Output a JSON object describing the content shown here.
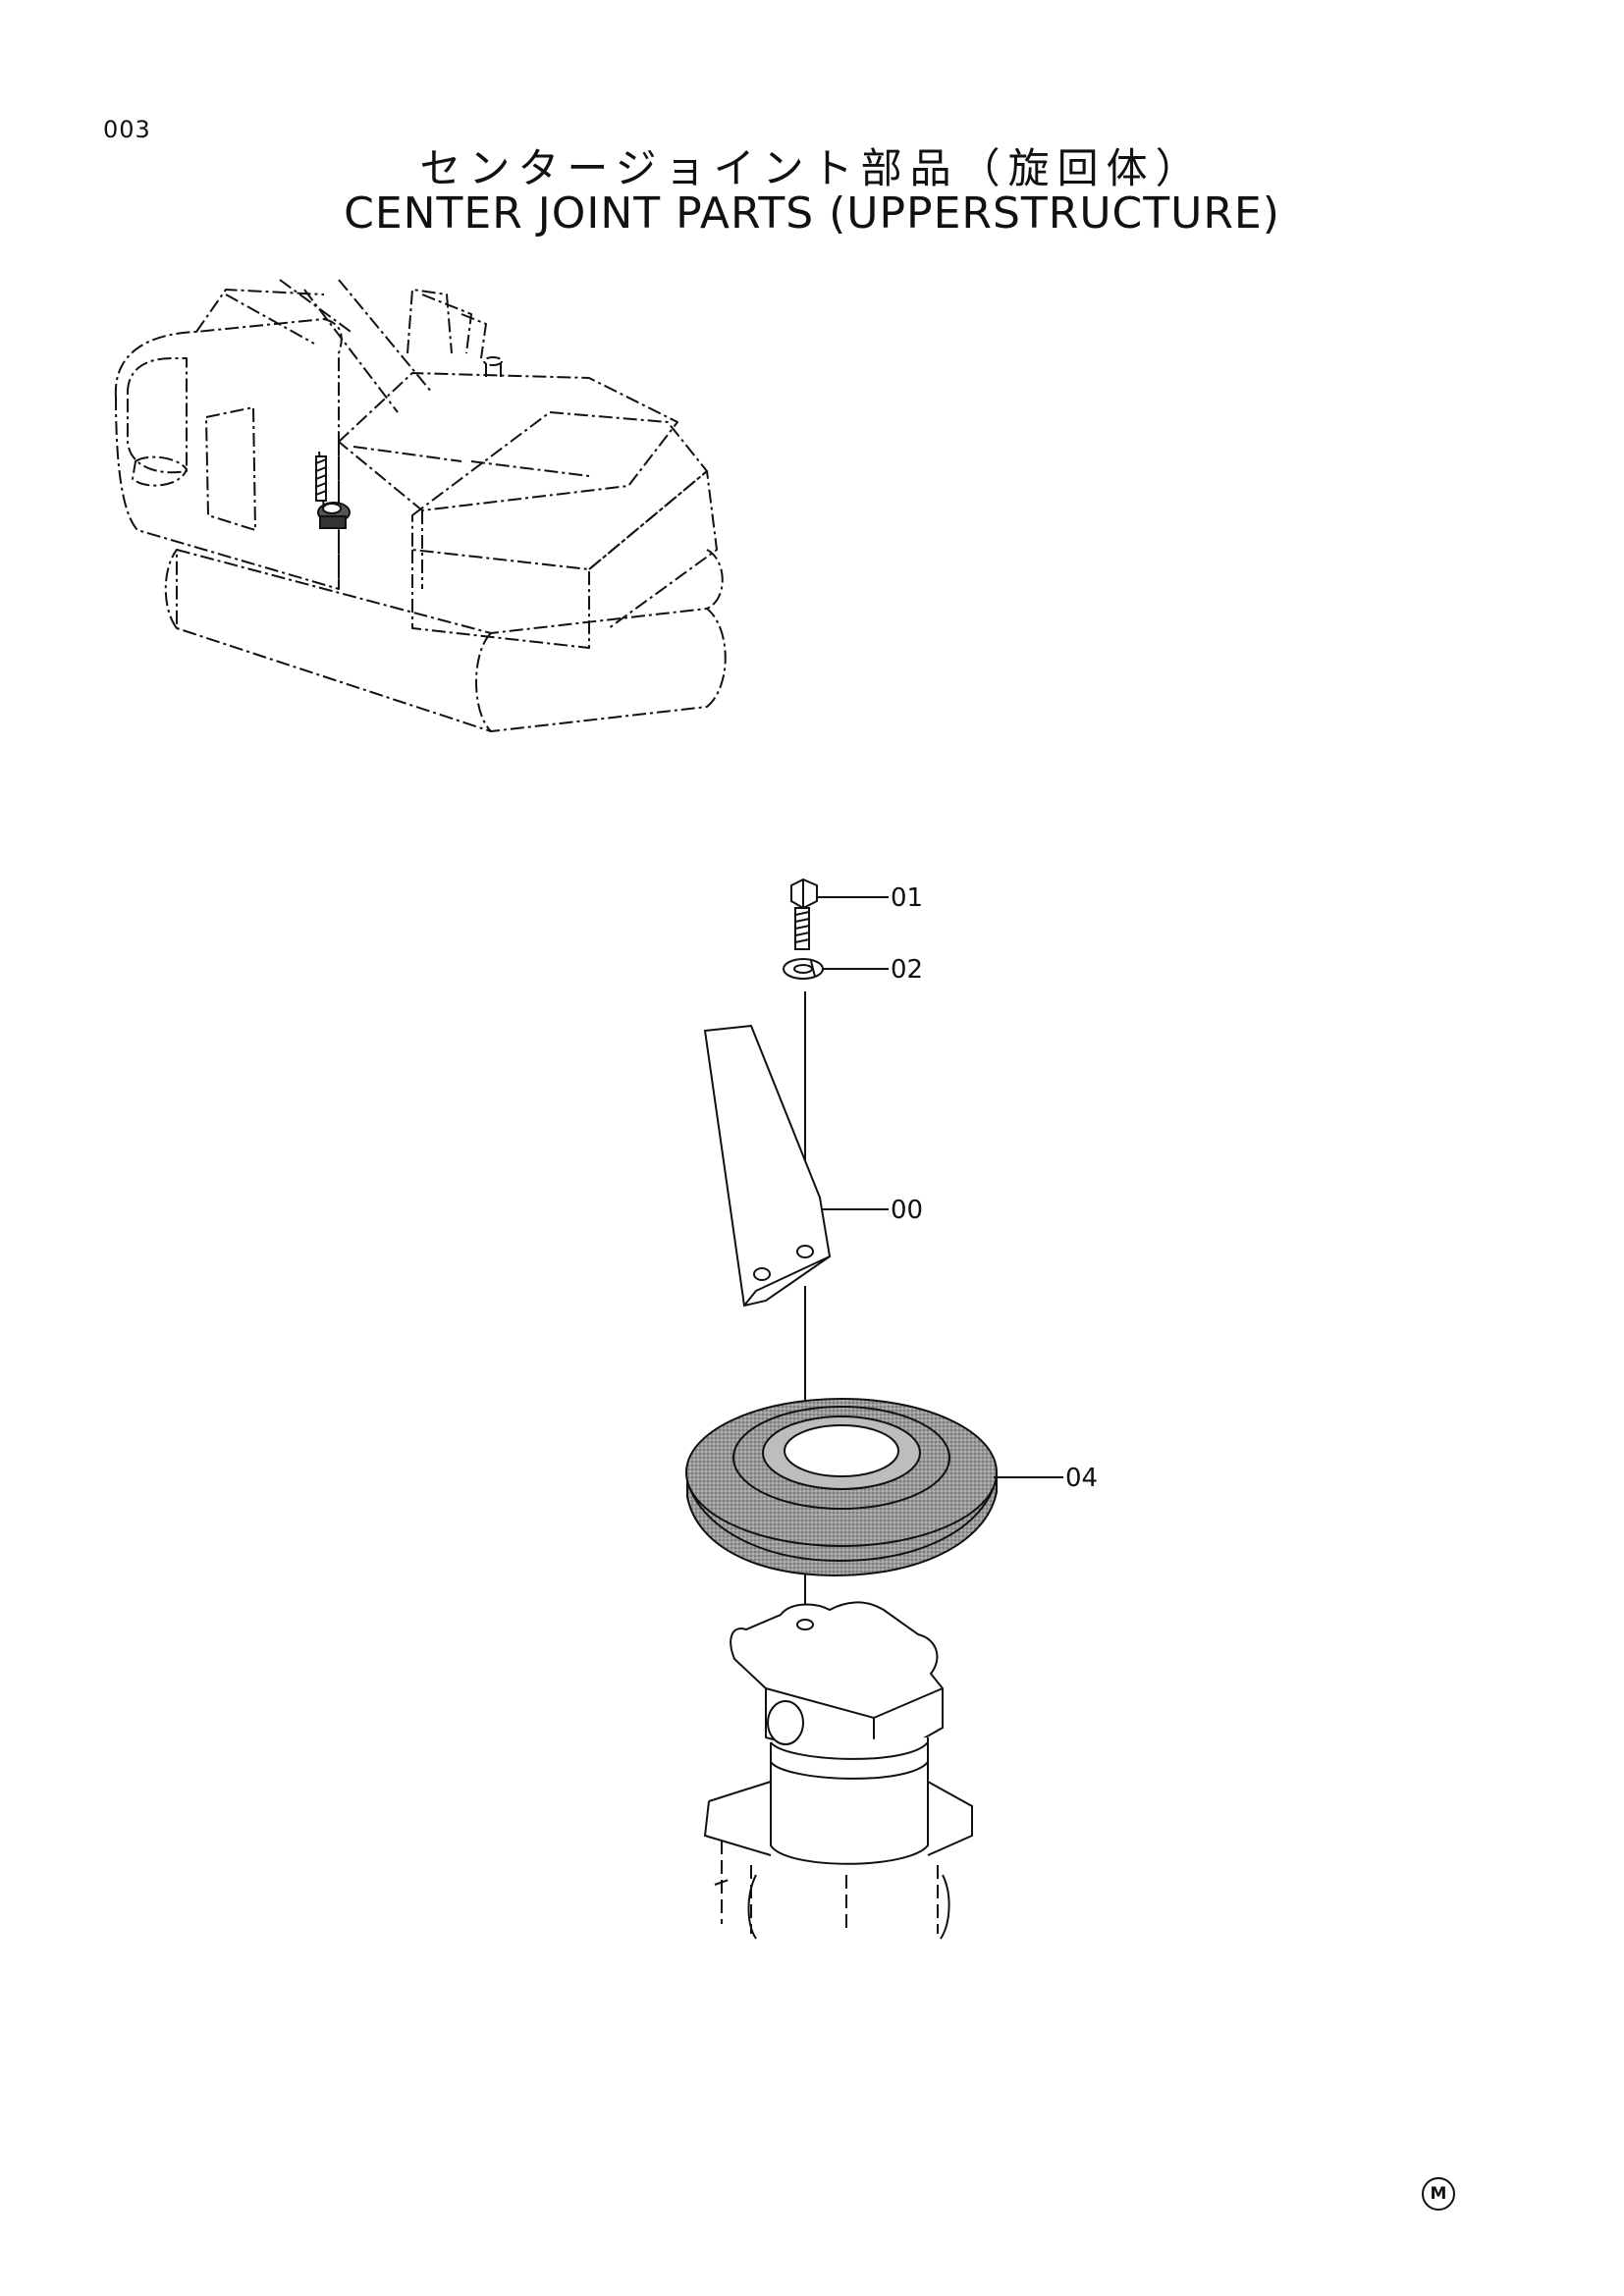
{
  "header": {
    "page_code": "003",
    "title_jp": "センタージョイント部品（旋回体）",
    "title_en": "CENTER JOINT PARTS (UPPERSTRUCTURE)"
  },
  "callouts": [
    "01",
    "02",
    "00",
    "04"
  ],
  "footer": {
    "mark": "M"
  },
  "colors": {
    "line": "#111111",
    "seal_fill": "#8a8a8a"
  }
}
